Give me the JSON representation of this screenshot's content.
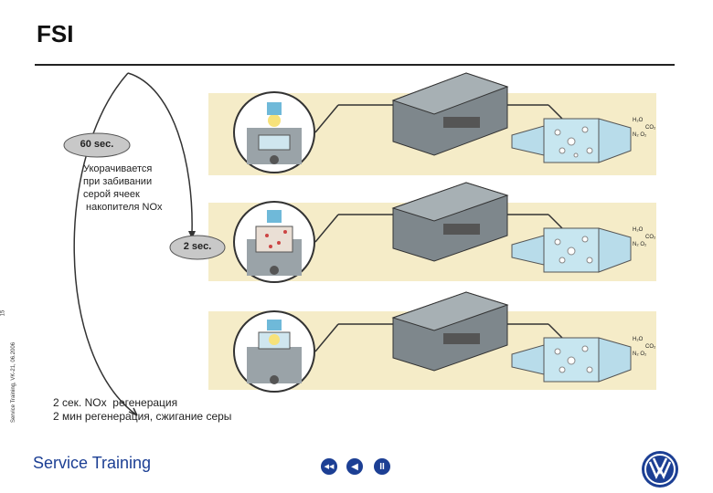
{
  "header": {
    "title": "FSI"
  },
  "side": {
    "caption": "Service Training, VK-21, 06.2006",
    "page_number": "15"
  },
  "cycle": {
    "top_label": "60 sec.",
    "mid_label": "2 sec."
  },
  "notes": {
    "line1": "Укорачивается",
    "line2": "при забивании",
    "line3": "серой ячеек",
    "line4": " накопителя NOx",
    "bottom1": "2 сек. NOx  регенерация",
    "bottom2": "2 мин регенерация, сжигание серы"
  },
  "footer": {
    "brand": "Service Training",
    "nav": {
      "first": "◀◀",
      "prev": "◀",
      "pause": "II"
    }
  },
  "molecules": {
    "h2o": "H₂O",
    "co2": "CO₂",
    "n2": "N₂",
    "o2": "O₂"
  }
}
